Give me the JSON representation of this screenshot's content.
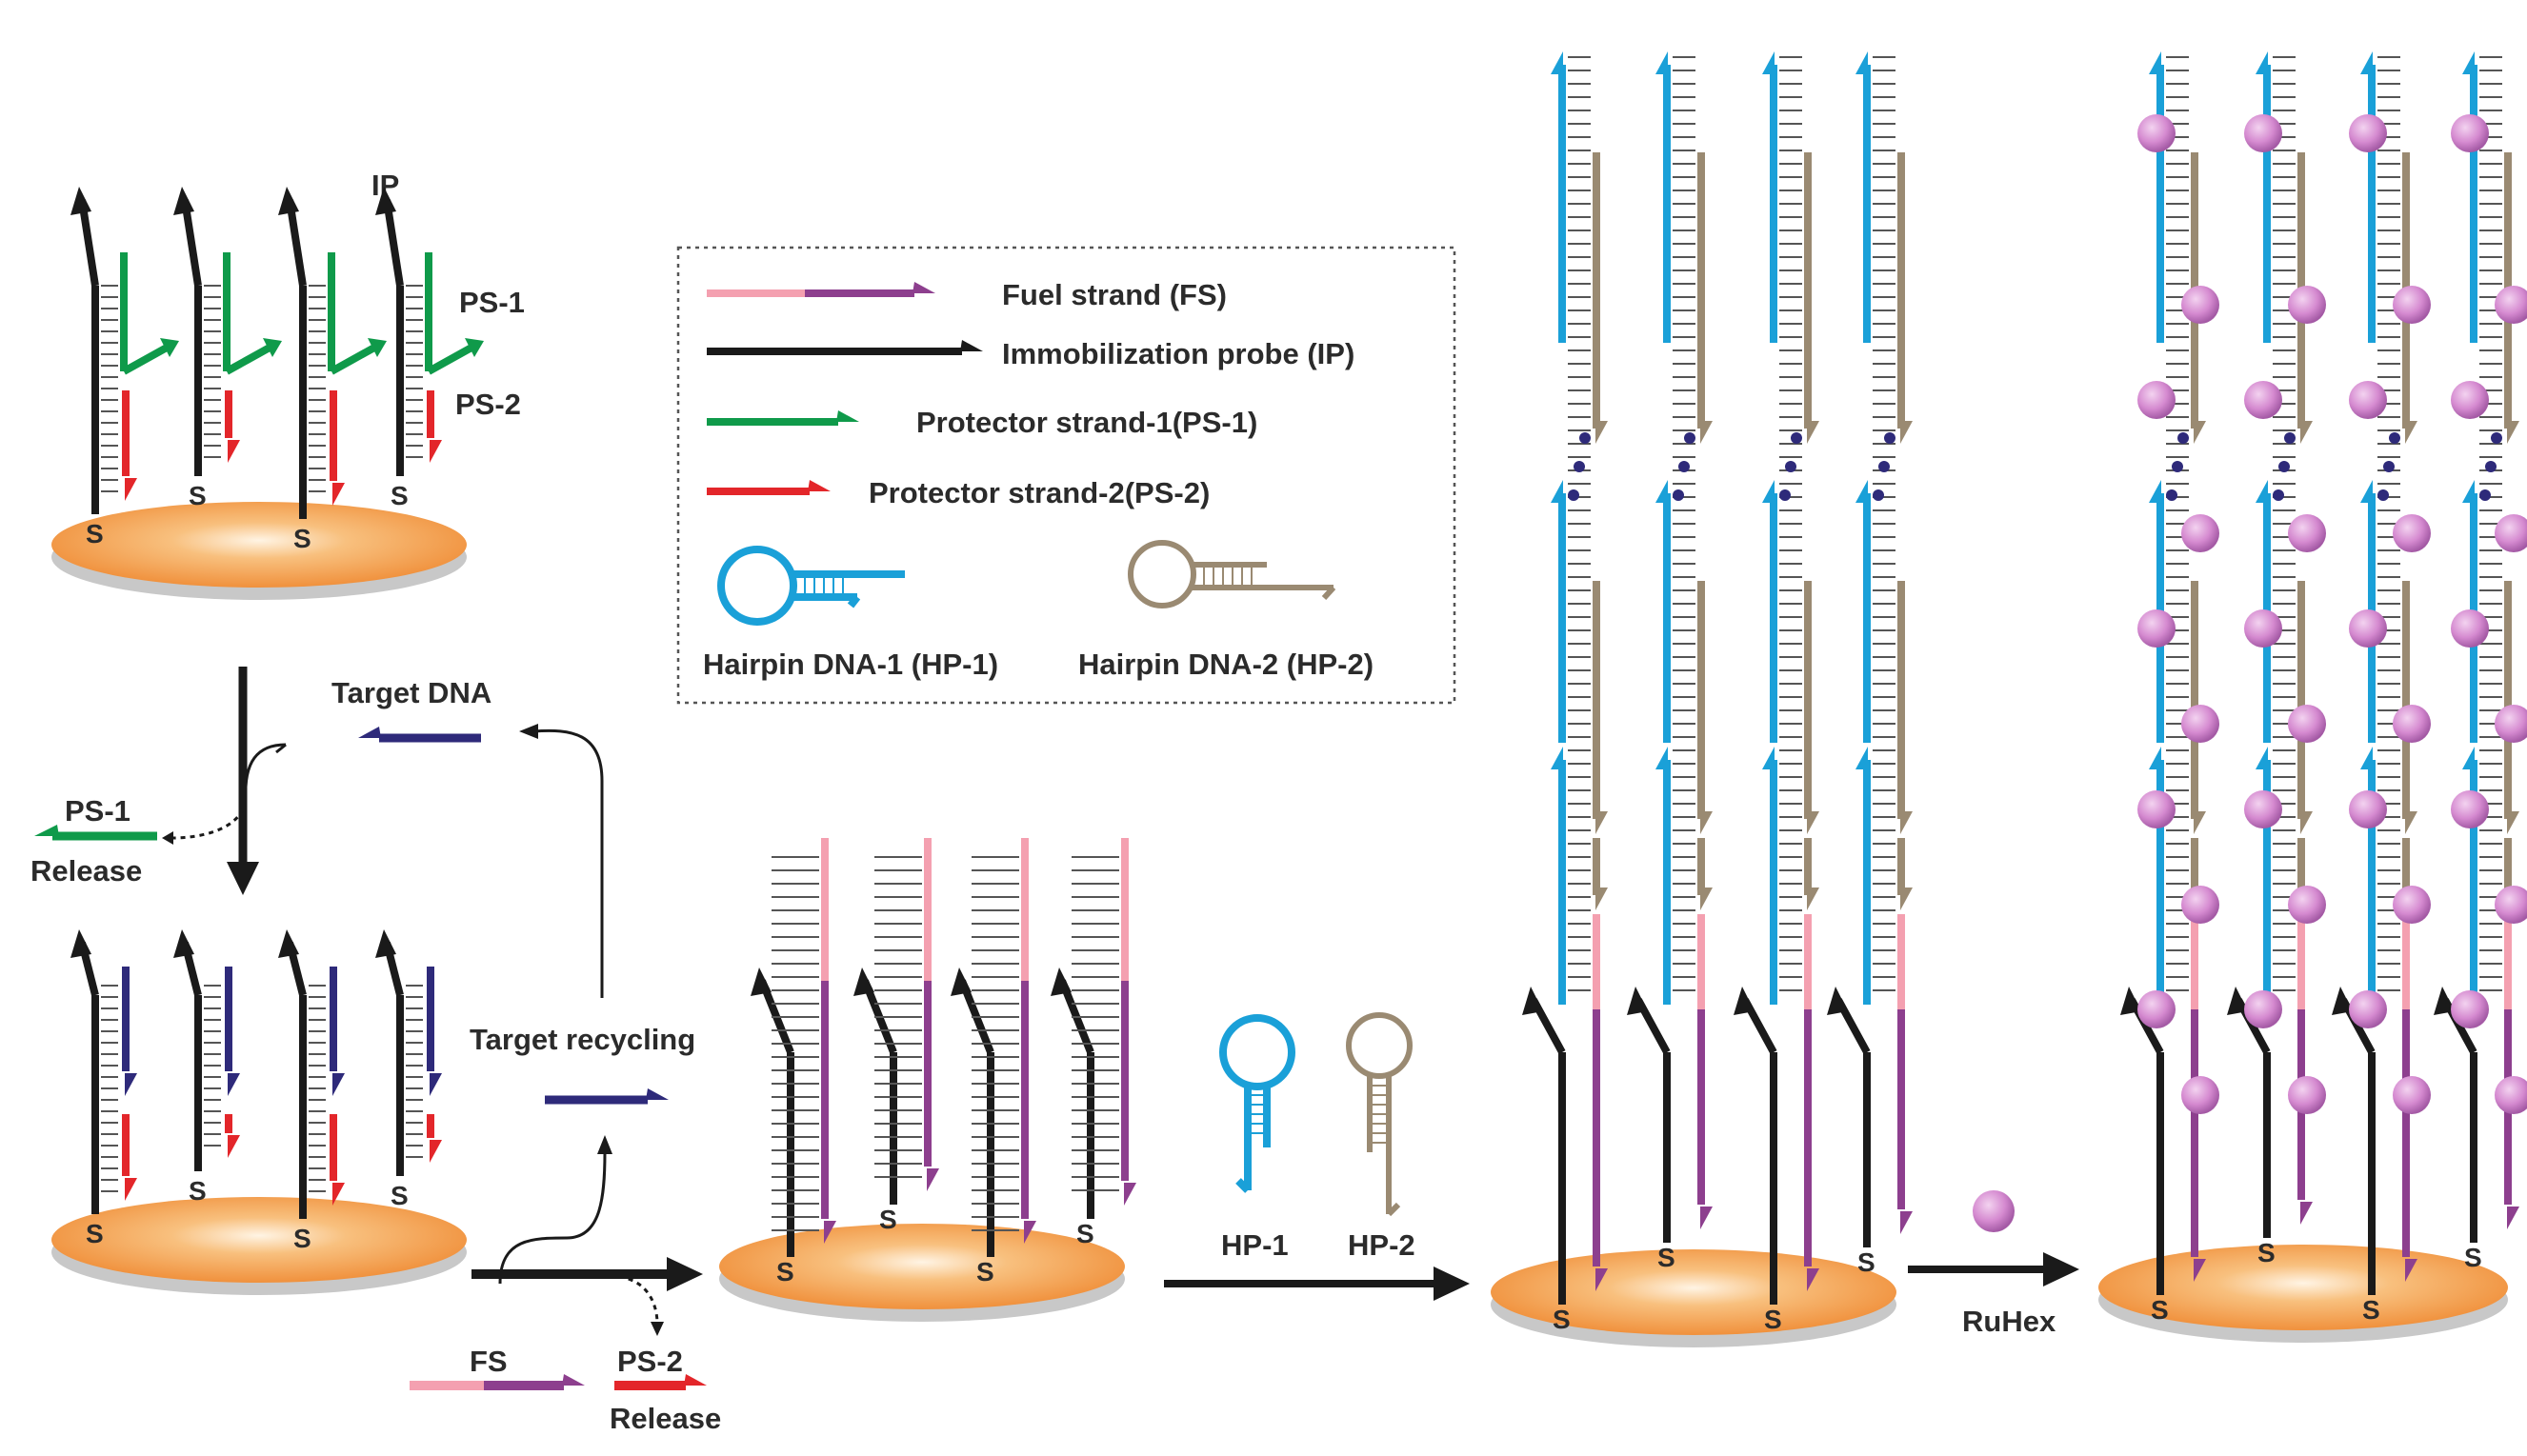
{
  "labels": {
    "ip": "IP",
    "ps1": "PS-1",
    "ps2": "PS-2",
    "target_dna": "Target DNA",
    "ps1_release_name": "PS-1",
    "ps1_release": "Release",
    "target_recycling": "Target recycling",
    "fs": "FS",
    "ps2_release_name": "PS-2",
    "ps2_release": "Release",
    "hp1": "HP-1",
    "hp2": "HP-2",
    "ruhex": "RuHex",
    "sulfur": "S"
  },
  "legend": {
    "fuel_strand": "Fuel strand (FS)",
    "immobilization_probe": "Immobilization probe (IP)",
    "protector_strand_1": "Protector  strand-1(PS-1)",
    "protector_strand_2": "Protector  strand-2(PS-2)",
    "hairpin_1": "Hairpin DNA-1 (HP-1)",
    "hairpin_2": "Hairpin DNA-2 (HP-2)"
  },
  "colors": {
    "black_strand": "#1a1a1a",
    "ps1_green": "#0f9a4a",
    "ps2_red": "#e3262a",
    "target_navy": "#2e2a7a",
    "fuel_pink": "#f4a0b0",
    "fuel_purple": "#8d3f8e",
    "hp1_blue": "#1aa0d8",
    "hp2_brown": "#9a8a72",
    "ruhex_pink": "#d58ad0",
    "disk_orange": "#f29a44"
  }
}
